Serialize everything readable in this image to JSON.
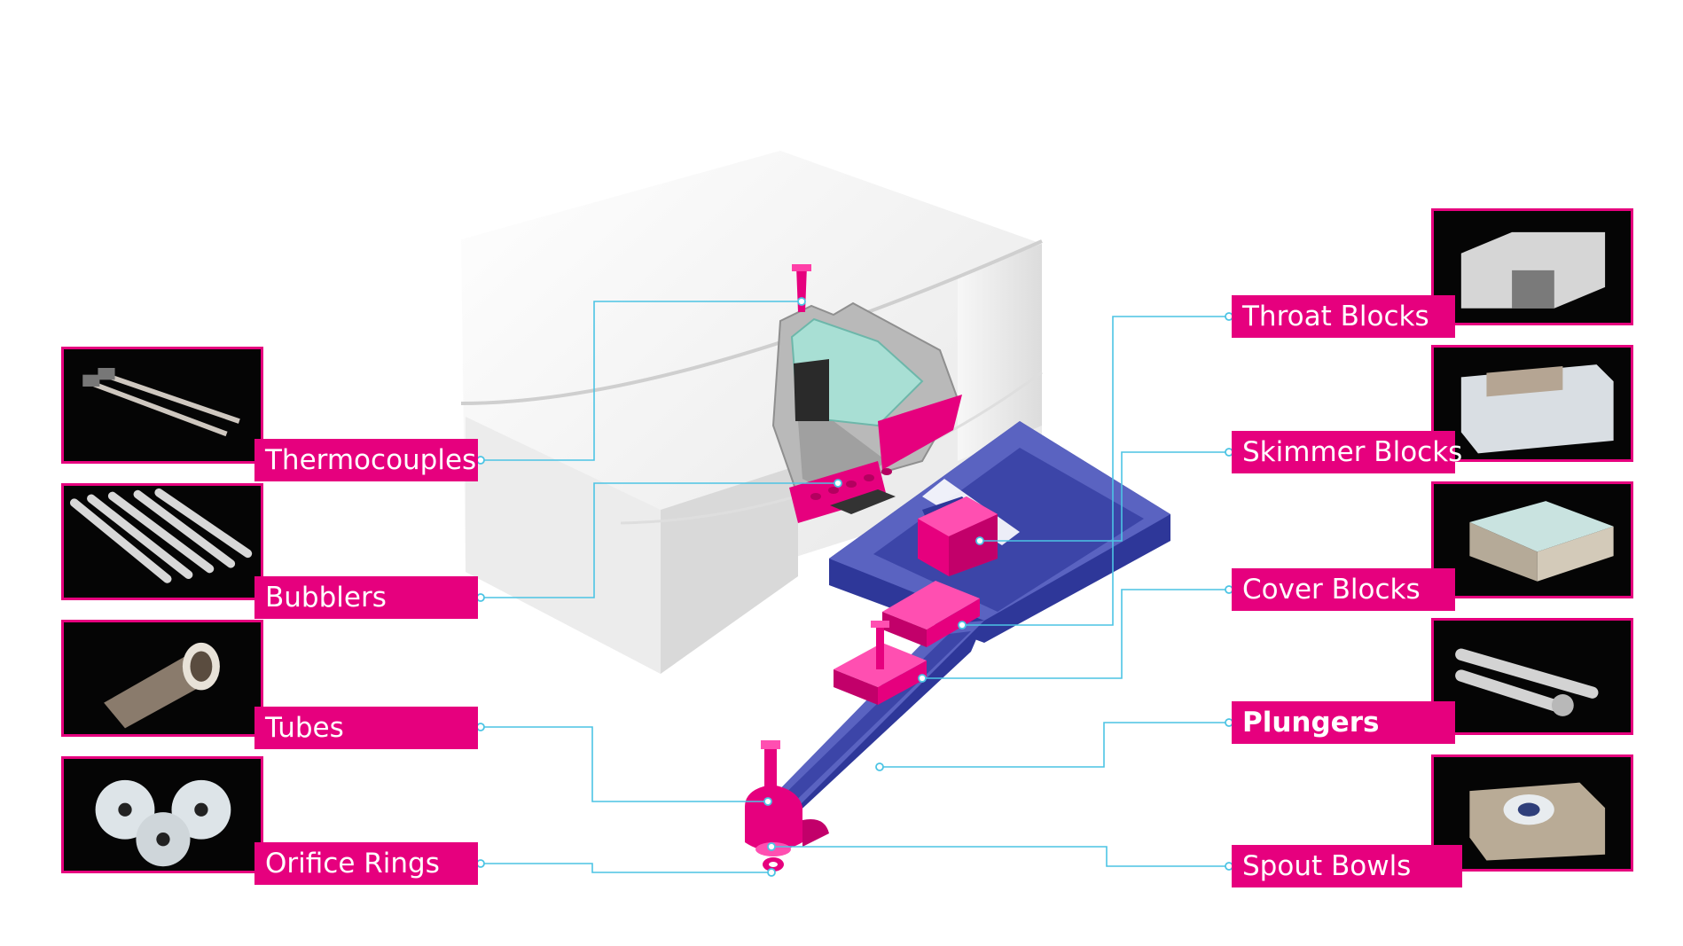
{
  "diagram": {
    "components_left": [
      {
        "id": "thermocouples",
        "label": "Thermocouples",
        "icon": "thermocouple-rods-photo"
      },
      {
        "id": "bubblers",
        "label": "Bubblers",
        "icon": "bubbler-tubes-photo"
      },
      {
        "id": "tubes",
        "label": "Tubes",
        "icon": "refractory-tube-photo"
      },
      {
        "id": "orifice-rings",
        "label": "Orifice Rings",
        "icon": "orifice-rings-photo"
      }
    ],
    "components_right": [
      {
        "id": "throat-blocks",
        "label": "Throat Blocks",
        "icon": "throat-block-photo"
      },
      {
        "id": "skimmer-blocks",
        "label": "Skimmer Blocks",
        "icon": "skimmer-block-photo"
      },
      {
        "id": "cover-blocks",
        "label": "Cover Blocks",
        "icon": "cover-block-photo"
      },
      {
        "id": "plungers",
        "label": "Plungers",
        "icon": "plunger-photo"
      },
      {
        "id": "spout-bowls",
        "label": "Spout Bowls",
        "icon": "spout-bowl-photo"
      }
    ],
    "colors": {
      "accent": "#e6007e",
      "leader_line": "#4cc4e4",
      "forehearth": "#3c45a8",
      "furnace_body": "#e8e8e8",
      "photo_background": "#050505"
    }
  }
}
